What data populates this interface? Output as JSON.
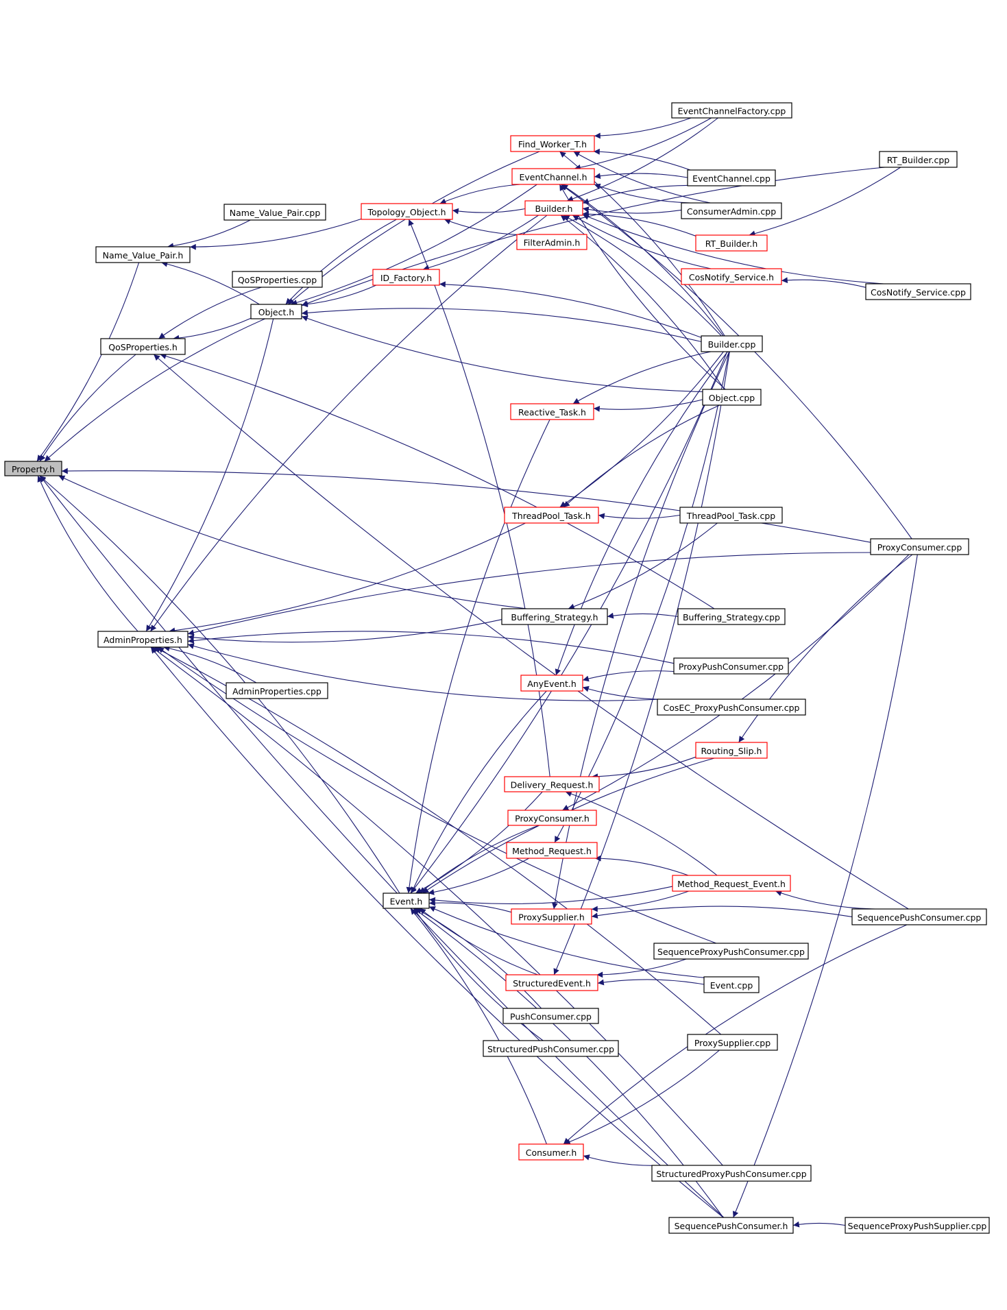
{
  "nodes": {
    "property_h": {
      "label": "Property.h",
      "style": "root"
    },
    "name_value_pair_cpp": {
      "label": "Name_Value_Pair.cpp",
      "style": "normal"
    },
    "name_value_pair_h": {
      "label": "Name_Value_Pair.h",
      "style": "normal"
    },
    "qosproperties_cpp": {
      "label": "QoSProperties.cpp",
      "style": "normal"
    },
    "object_h": {
      "label": "Object.h",
      "style": "normal"
    },
    "qosproperties_h": {
      "label": "QoSProperties.h",
      "style": "normal"
    },
    "adminproperties_h": {
      "label": "AdminProperties.h",
      "style": "normal"
    },
    "adminproperties_cpp": {
      "label": "AdminProperties.cpp",
      "style": "normal"
    },
    "event_h": {
      "label": "Event.h",
      "style": "normal"
    },
    "find_worker_t_h": {
      "label": "Find_Worker_T.h",
      "style": "red"
    },
    "eventchannel_h": {
      "label": "EventChannel.h",
      "style": "red"
    },
    "topology_object_h": {
      "label": "Topology_Object.h",
      "style": "red"
    },
    "builder_h": {
      "label": "Builder.h",
      "style": "red"
    },
    "filteradmin_h": {
      "label": "FilterAdmin.h",
      "style": "red"
    },
    "id_factory_h": {
      "label": "ID_Factory.h",
      "style": "red"
    },
    "reactive_task_h": {
      "label": "Reactive_Task.h",
      "style": "red"
    },
    "threadpool_task_h": {
      "label": "ThreadPool_Task.h",
      "style": "red"
    },
    "buffering_strategy_h": {
      "label": "Buffering_Strategy.h",
      "style": "normal"
    },
    "anyevent_h": {
      "label": "AnyEvent.h",
      "style": "red"
    },
    "delivery_request_h": {
      "label": "Delivery_Request.h",
      "style": "red"
    },
    "proxyconsumer_h": {
      "label": "ProxyConsumer.h",
      "style": "red"
    },
    "method_request_h": {
      "label": "Method_Request.h",
      "style": "red"
    },
    "proxysupplier_h": {
      "label": "ProxySupplier.h",
      "style": "red"
    },
    "structuredevent_h": {
      "label": "StructuredEvent.h",
      "style": "red"
    },
    "pushconsumer_cpp": {
      "label": "PushConsumer.cpp",
      "style": "normal"
    },
    "structuredpushconsumer_cpp": {
      "label": "StructuredPushConsumer.cpp",
      "style": "normal"
    },
    "consumer_h": {
      "label": "Consumer.h",
      "style": "red"
    },
    "eventchannelfactory_cpp": {
      "label": "EventChannelFactory.cpp",
      "style": "normal"
    },
    "eventchannel_cpp": {
      "label": "EventChannel.cpp",
      "style": "normal"
    },
    "consumeradmin_cpp": {
      "label": "ConsumerAdmin.cpp",
      "style": "normal"
    },
    "rt_builder_h": {
      "label": "RT_Builder.h",
      "style": "red"
    },
    "cosnotify_service_h": {
      "label": "CosNotify_Service.h",
      "style": "red"
    },
    "builder_cpp": {
      "label": "Builder.cpp",
      "style": "normal"
    },
    "object_cpp": {
      "label": "Object.cpp",
      "style": "normal"
    },
    "threadpool_task_cpp": {
      "label": "ThreadPool_Task.cpp",
      "style": "normal"
    },
    "buffering_strategy_cpp": {
      "label": "Buffering_Strategy.cpp",
      "style": "normal"
    },
    "proxypushconsumer_cpp": {
      "label": "ProxyPushConsumer.cpp",
      "style": "normal"
    },
    "cosec_proxypushconsumer_cpp": {
      "label": "CosEC_ProxyPushConsumer.cpp",
      "style": "normal"
    },
    "routing_slip_h": {
      "label": "Routing_Slip.h",
      "style": "red"
    },
    "method_request_event_h": {
      "label": "Method_Request_Event.h",
      "style": "red"
    },
    "sequenceproxypushconsumer_cpp": {
      "label": "SequenceProxyPushConsumer.cpp",
      "style": "normal"
    },
    "event_cpp": {
      "label": "Event.cpp",
      "style": "normal"
    },
    "proxysupplier_cpp": {
      "label": "ProxySupplier.cpp",
      "style": "normal"
    },
    "structuredproxypushconsumer_cpp": {
      "label": "StructuredProxyPushConsumer.cpp",
      "style": "normal"
    },
    "sequencepushconsumer_h": {
      "label": "SequencePushConsumer.h",
      "style": "normal"
    },
    "rt_builder_cpp": {
      "label": "RT_Builder.cpp",
      "style": "normal"
    },
    "cosnotify_service_cpp": {
      "label": "CosNotify_Service.cpp",
      "style": "normal"
    },
    "proxyconsumer_cpp": {
      "label": "ProxyConsumer.cpp",
      "style": "normal"
    },
    "sequencepushconsumer_cpp": {
      "label": "SequencePushConsumer.cpp",
      "style": "normal"
    },
    "sequenceproxypushsupplier_cpp": {
      "label": "SequenceProxyPushSupplier.cpp",
      "style": "normal"
    }
  },
  "edges": [
    [
      "name_value_pair_h",
      "property_h"
    ],
    [
      "qosproperties_h",
      "property_h"
    ],
    [
      "adminproperties_h",
      "property_h"
    ],
    [
      "event_h",
      "property_h"
    ],
    [
      "buffering_strategy_h",
      "property_h"
    ],
    [
      "proxyconsumer_cpp",
      "property_h"
    ],
    [
      "sequencepushconsumer_h",
      "property_h"
    ],
    [
      "object_h",
      "property_h"
    ],
    [
      "name_value_pair_cpp",
      "name_value_pair_h"
    ],
    [
      "object_h",
      "name_value_pair_h"
    ],
    [
      "topology_object_h",
      "name_value_pair_h"
    ],
    [
      "qosproperties_cpp",
      "qosproperties_h"
    ],
    [
      "object_h",
      "qosproperties_h"
    ],
    [
      "buffering_strategy_cpp",
      "qosproperties_h"
    ],
    [
      "sequencepushconsumer_cpp",
      "qosproperties_h"
    ],
    [
      "topology_object_h",
      "object_h"
    ],
    [
      "eventchannel_h",
      "object_h"
    ],
    [
      "find_worker_t_h",
      "object_h"
    ],
    [
      "id_factory_h",
      "object_h"
    ],
    [
      "builder_cpp",
      "object_h"
    ],
    [
      "object_cpp",
      "object_h"
    ],
    [
      "rt_builder_cpp",
      "object_h"
    ],
    [
      "object_h",
      "adminproperties_h"
    ],
    [
      "adminproperties_cpp",
      "adminproperties_h"
    ],
    [
      "buffering_strategy_h",
      "adminproperties_h"
    ],
    [
      "proxypushconsumer_cpp",
      "adminproperties_h"
    ],
    [
      "cosec_proxypushconsumer_cpp",
      "adminproperties_h"
    ],
    [
      "proxyconsumer_cpp",
      "adminproperties_h"
    ],
    [
      "threadpool_task_h",
      "adminproperties_h"
    ],
    [
      "builder_h",
      "adminproperties_h"
    ],
    [
      "sequencepushconsumer_h",
      "adminproperties_h"
    ],
    [
      "proxysupplier_cpp",
      "adminproperties_h"
    ],
    [
      "sequenceproxypushconsumer_cpp",
      "adminproperties_h"
    ],
    [
      "structuredproxypushconsumer_cpp",
      "adminproperties_h"
    ],
    [
      "builder_h",
      "topology_object_h"
    ],
    [
      "eventchannel_h",
      "topology_object_h"
    ],
    [
      "filteradmin_h",
      "topology_object_h"
    ],
    [
      "delivery_request_h",
      "topology_object_h"
    ],
    [
      "builder_h",
      "id_factory_h"
    ],
    [
      "builder_cpp",
      "id_factory_h"
    ],
    [
      "eventchannelfactory_cpp",
      "find_worker_t_h"
    ],
    [
      "eventchannel_cpp",
      "find_worker_t_h"
    ],
    [
      "consumeradmin_cpp",
      "find_worker_t_h"
    ],
    [
      "builder_cpp",
      "find_worker_t_h"
    ],
    [
      "eventchannelfactory_cpp",
      "eventchannel_h"
    ],
    [
      "eventchannel_cpp",
      "eventchannel_h"
    ],
    [
      "consumeradmin_cpp",
      "eventchannel_h"
    ],
    [
      "builder_cpp",
      "eventchannel_h"
    ],
    [
      "object_cpp",
      "eventchannel_h"
    ],
    [
      "proxyconsumer_cpp",
      "eventchannel_h"
    ],
    [
      "eventchannelfactory_cpp",
      "builder_h"
    ],
    [
      "eventchannel_cpp",
      "builder_h"
    ],
    [
      "consumeradmin_cpp",
      "builder_h"
    ],
    [
      "rt_builder_h",
      "builder_h"
    ],
    [
      "cosnotify_service_h",
      "builder_h"
    ],
    [
      "builder_cpp",
      "builder_h"
    ],
    [
      "cosnotify_service_cpp",
      "builder_h"
    ],
    [
      "object_cpp",
      "builder_h"
    ],
    [
      "rt_builder_cpp",
      "rt_builder_h"
    ],
    [
      "cosnotify_service_cpp",
      "cosnotify_service_h"
    ],
    [
      "object_cpp",
      "reactive_task_h"
    ],
    [
      "builder_cpp",
      "reactive_task_h"
    ],
    [
      "threadpool_task_cpp",
      "threadpool_task_h"
    ],
    [
      "object_cpp",
      "threadpool_task_h"
    ],
    [
      "builder_cpp",
      "threadpool_task_h"
    ],
    [
      "buffering_strategy_cpp",
      "buffering_strategy_h"
    ],
    [
      "threadpool_task_cpp",
      "buffering_strategy_h"
    ],
    [
      "proxypushconsumer_cpp",
      "anyevent_h"
    ],
    [
      "cosec_proxypushconsumer_cpp",
      "anyevent_h"
    ],
    [
      "builder_cpp",
      "anyevent_h"
    ],
    [
      "routing_slip_h",
      "delivery_request_h"
    ],
    [
      "method_request_event_h",
      "delivery_request_h"
    ],
    [
      "proxyconsumer_cpp",
      "proxyconsumer_h"
    ],
    [
      "method_request_event_h",
      "method_request_h"
    ],
    [
      "builder_cpp",
      "method_request_h"
    ],
    [
      "sequencepushconsumer_cpp",
      "proxysupplier_h"
    ],
    [
      "method_request_event_h",
      "proxysupplier_h"
    ],
    [
      "builder_cpp",
      "proxysupplier_h"
    ],
    [
      "sequenceproxypushconsumer_cpp",
      "structuredevent_h"
    ],
    [
      "event_cpp",
      "structuredevent_h"
    ],
    [
      "builder_cpp",
      "structuredevent_h"
    ],
    [
      "proxyconsumer_cpp",
      "routing_slip_h"
    ],
    [
      "sequencepushconsumer_cpp",
      "method_request_event_h"
    ],
    [
      "anyevent_h",
      "event_h"
    ],
    [
      "delivery_request_h",
      "event_h"
    ],
    [
      "proxyconsumer_h",
      "event_h"
    ],
    [
      "method_request_h",
      "event_h"
    ],
    [
      "proxysupplier_h",
      "event_h"
    ],
    [
      "structuredevent_h",
      "event_h"
    ],
    [
      "pushconsumer_cpp",
      "event_h"
    ],
    [
      "structuredpushconsumer_cpp",
      "event_h"
    ],
    [
      "consumer_h",
      "event_h"
    ],
    [
      "method_request_event_h",
      "event_h"
    ],
    [
      "sequencepushconsumer_h",
      "event_h"
    ],
    [
      "event_cpp",
      "event_h"
    ],
    [
      "reactive_task_h",
      "event_h"
    ],
    [
      "builder_cpp",
      "event_h"
    ],
    [
      "routing_slip_h",
      "event_h"
    ],
    [
      "proxysupplier_cpp",
      "consumer_h"
    ],
    [
      "sequencepushconsumer_cpp",
      "consumer_h"
    ],
    [
      "structuredproxypushconsumer_cpp",
      "consumer_h"
    ],
    [
      "sequenceproxypushsupplier_cpp",
      "sequencepushconsumer_h"
    ],
    [
      "proxyconsumer_cpp",
      "sequencepushconsumer_h"
    ]
  ]
}
